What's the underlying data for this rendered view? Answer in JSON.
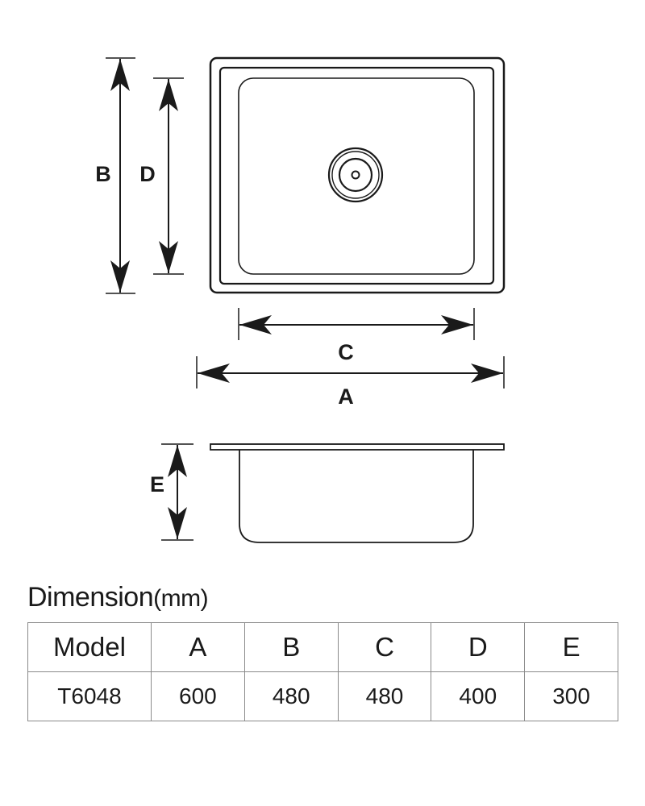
{
  "diagram": {
    "labels": {
      "a": "A",
      "b": "B",
      "c": "C",
      "d": "D",
      "e": "E"
    },
    "stroke_color": "#1a1a1a"
  },
  "table": {
    "title": "Dimension",
    "unit": "(mm)",
    "headers": [
      "Model",
      "A",
      "B",
      "C",
      "D",
      "E"
    ],
    "rows": [
      [
        "T6048",
        "600",
        "480",
        "480",
        "400",
        "300"
      ]
    ]
  }
}
